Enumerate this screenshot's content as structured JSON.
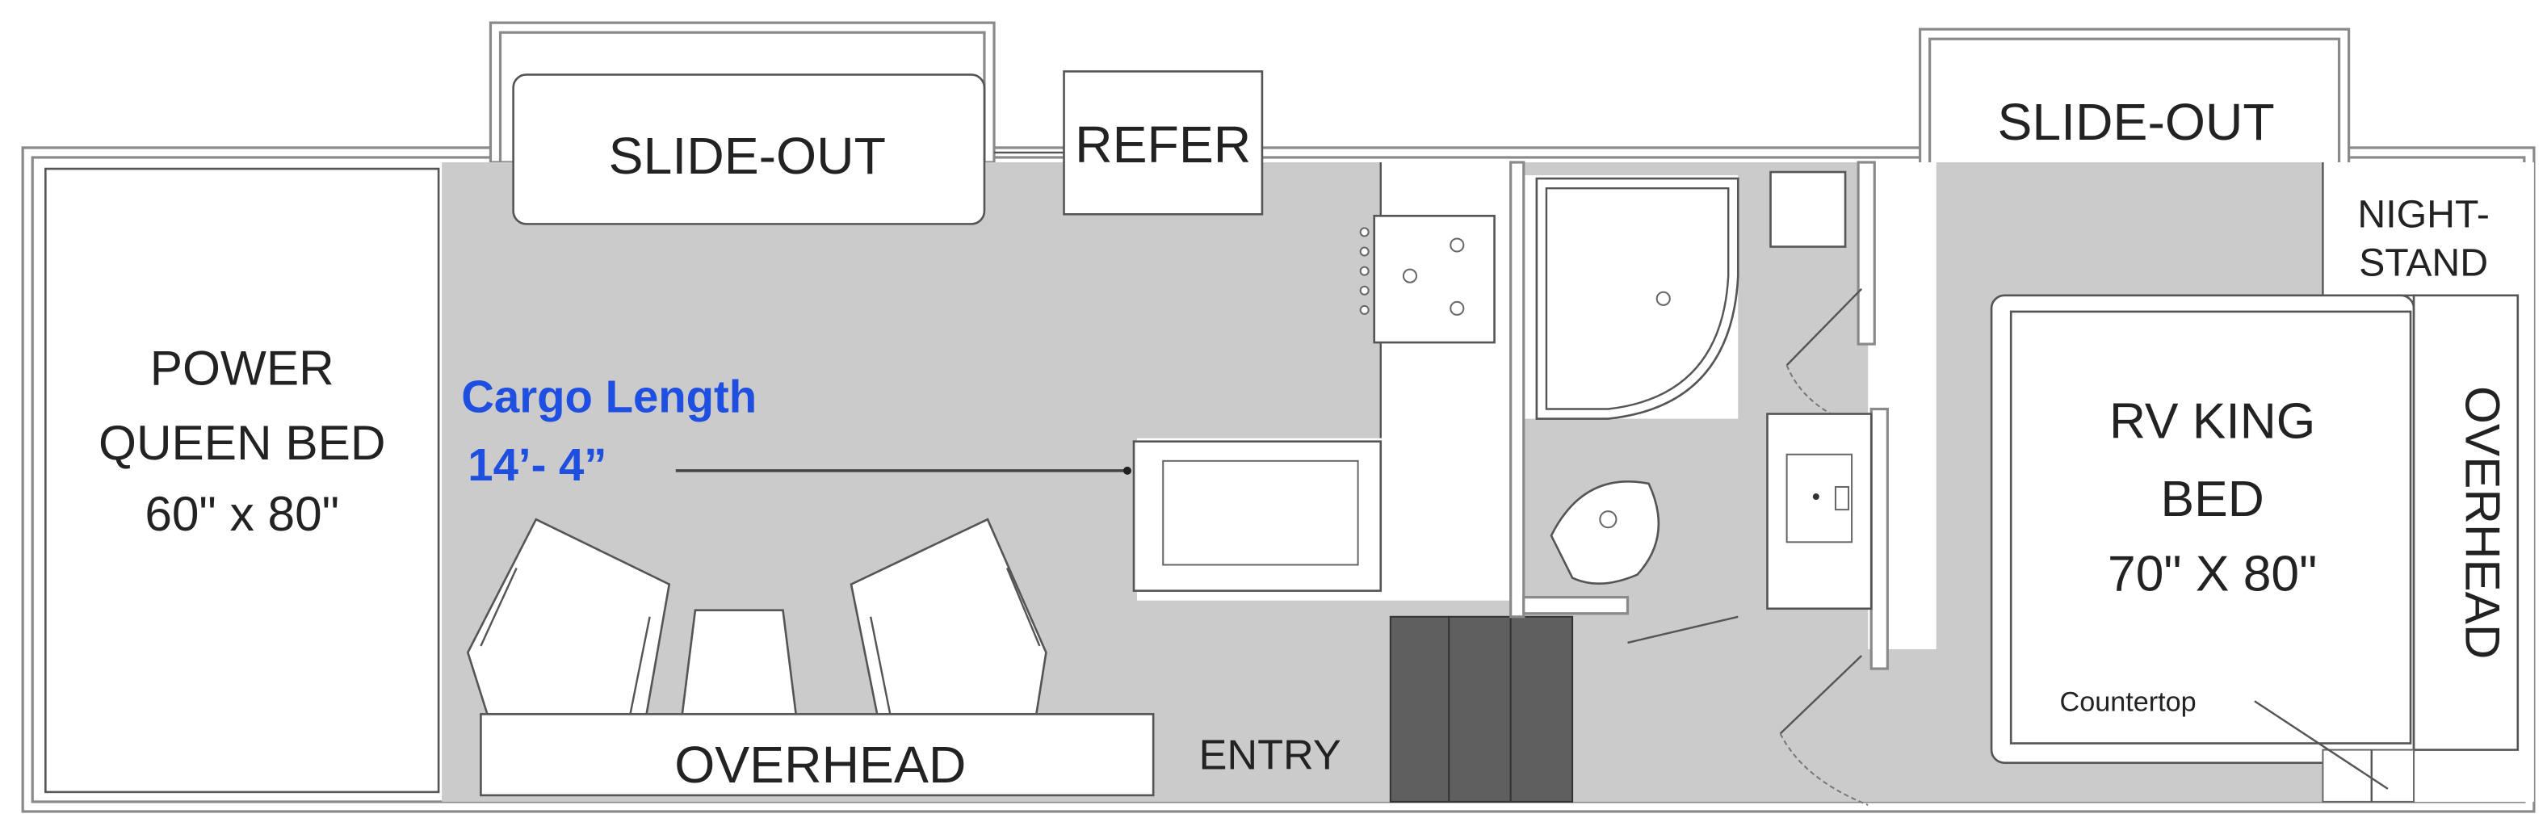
{
  "title": "RV Toy Hauler Floor Plan",
  "colors": {
    "floor": "#cbcbcb",
    "wall": "#8a8a8a",
    "dimension_text": "#1f4fe0",
    "label_text": "#222222",
    "steps": "#5f5f5f"
  },
  "labels": {
    "queen_bed": {
      "line1": "POWER",
      "line2": "QUEEN BED",
      "line3": "60\" x 80\""
    },
    "slide_out_left": "SLIDE-OUT",
    "refer": "REFER",
    "slide_out_right": "SLIDE-OUT",
    "nightstand": {
      "line1": "NIGHT-",
      "line2": "STAND"
    },
    "king_bed": {
      "line1": "RV KING",
      "line2": "BED",
      "line3": "70\" X 80\""
    },
    "overhead_right": "OVERHEAD",
    "overhead_bottom": "OVERHEAD",
    "entry": "ENTRY",
    "countertop": "Countertop"
  },
  "dimension": {
    "label": "Cargo Length",
    "value": "14’- 4”"
  }
}
